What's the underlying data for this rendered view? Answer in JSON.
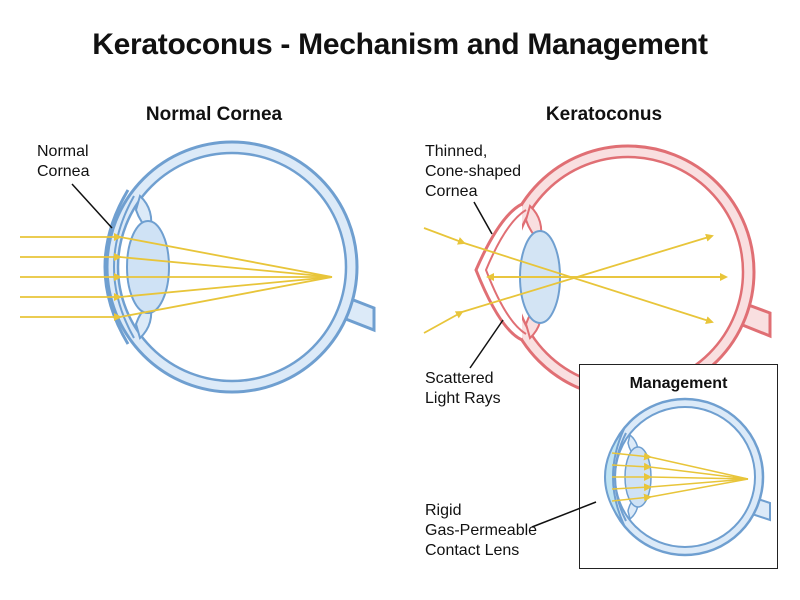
{
  "title": "Keratoconus - Mechanism and Management",
  "panels": {
    "normal": {
      "title": "Normal Cornea",
      "label": "Normal\nCornea"
    },
    "keratoconus": {
      "title": "Keratoconus",
      "label_cornea": "Thinned,\nCone-shaped\nCornea",
      "label_rays": "Scattered\nLight Rays"
    },
    "management": {
      "title": "Management",
      "label_lens": "Rigid\nGas-Permeable\nContact Lens"
    }
  },
  "colors": {
    "normal_eye": "#6f9fd0",
    "normal_fill": "#dceaf8",
    "keratoconus_eye": "#e06f74",
    "keratoconus_fill": "#f9dfe0",
    "light_ray": "#e8c53a",
    "lens_fill": "#bfe3f2"
  }
}
